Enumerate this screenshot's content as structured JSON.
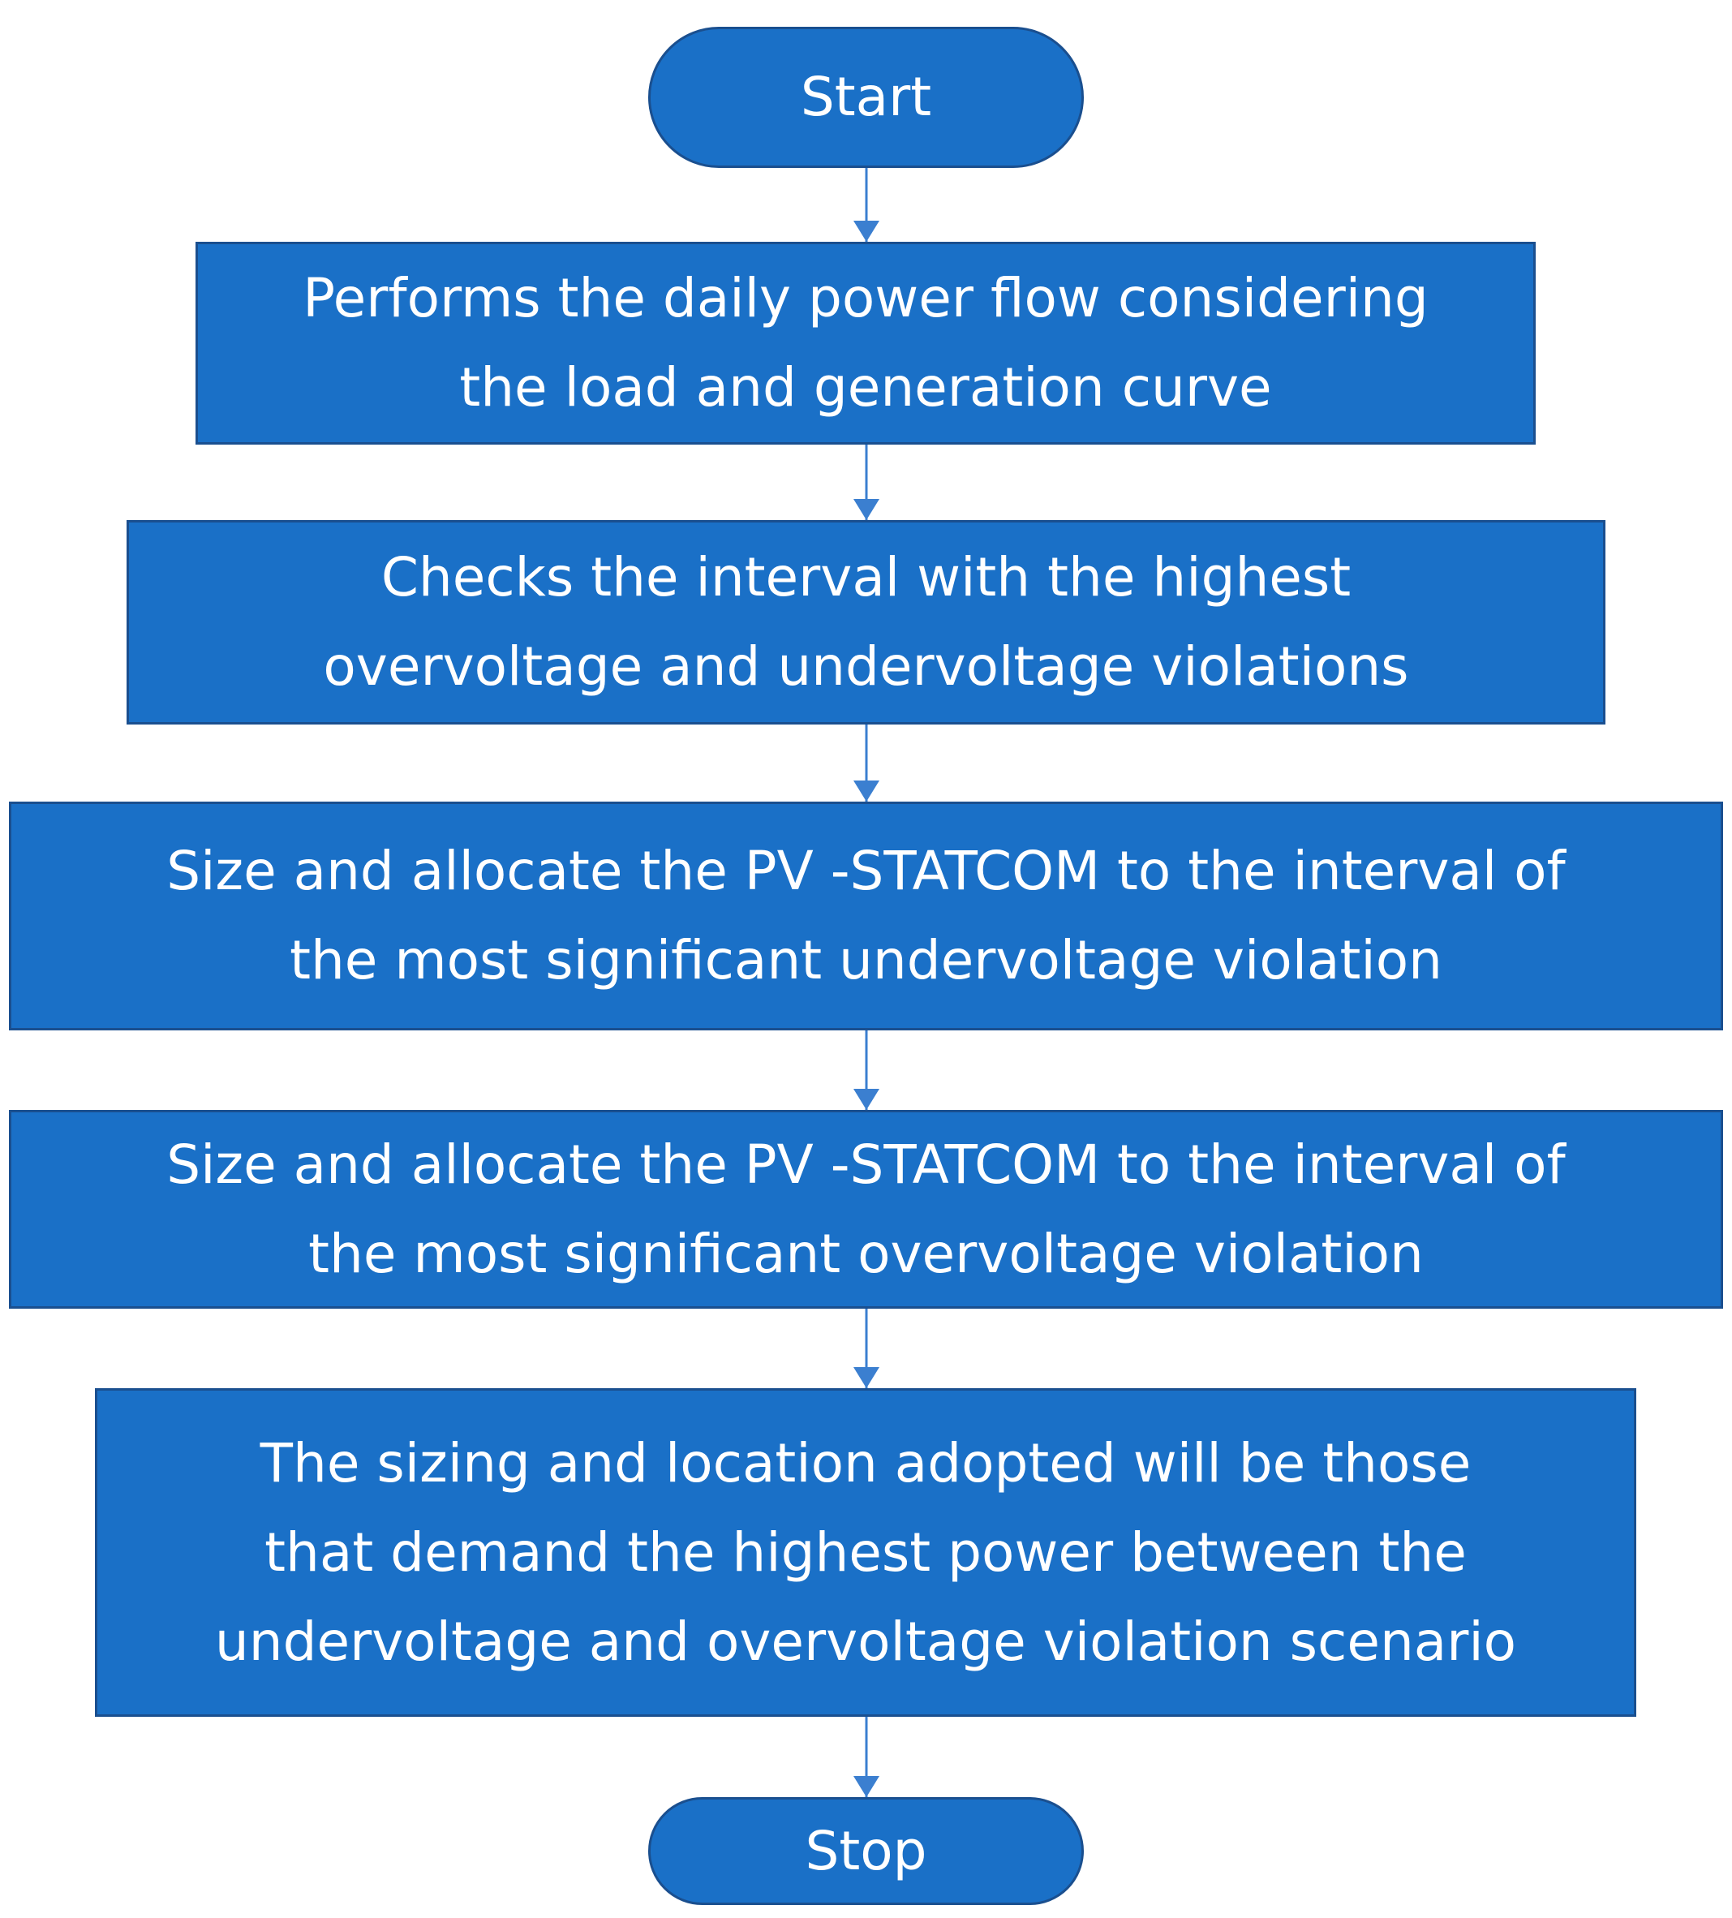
{
  "flowchart": {
    "start": "Start",
    "steps": [
      {
        "lines": [
          "Performs the daily power flow considering",
          "the load and generation curve"
        ]
      },
      {
        "lines": [
          "Checks the interval with the highest",
          "overvoltage and undervoltage violations"
        ]
      },
      {
        "lines": [
          "Size and allocate the PV -STATCOM to the interval of",
          "the most significant undervoltage violation"
        ]
      },
      {
        "lines": [
          "Size and allocate the PV -STATCOM to the interval of",
          "the most significant overvoltage violation"
        ]
      },
      {
        "lines": [
          "The sizing and location adopted will be those",
          "that demand the highest power between the",
          "undervoltage and overvoltage violation scenario"
        ]
      }
    ],
    "stop": "Stop"
  },
  "colors": {
    "node_fill": "#1a70c7",
    "node_border": "#1a4f8f",
    "node_text": "#ffffff",
    "arrow": "#3b7fd0"
  }
}
